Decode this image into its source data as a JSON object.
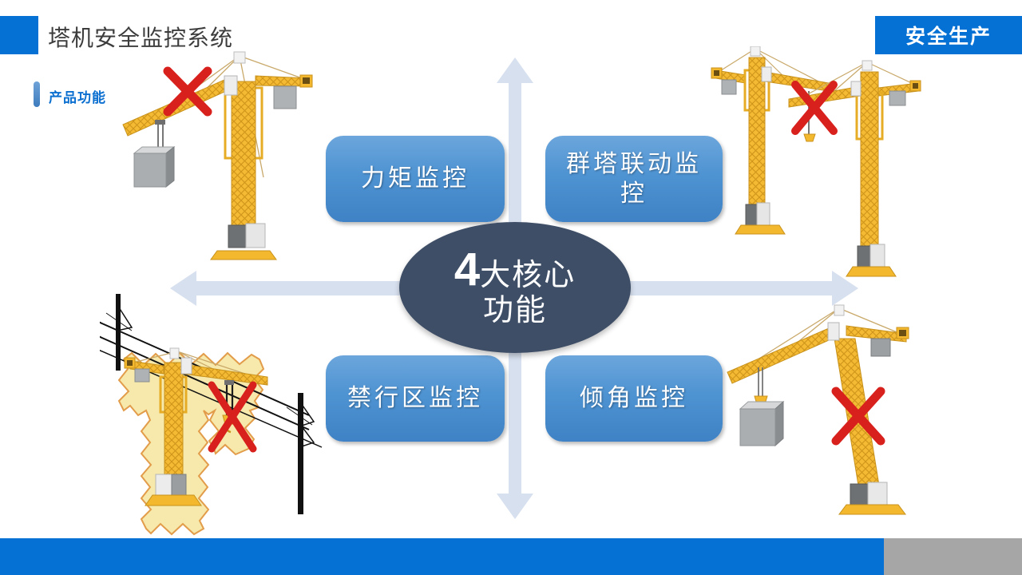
{
  "header": {
    "title": "塔机安全监控系统",
    "banner": "安全生产"
  },
  "section_tag": {
    "label": "产品功能"
  },
  "center_badge": {
    "number": "4",
    "line1": "大核心",
    "line2": "功能"
  },
  "features": [
    {
      "label": "力矩监控"
    },
    {
      "label": "群塔联动监控"
    },
    {
      "label": "禁行区监控"
    },
    {
      "label": "倾角监控"
    }
  ],
  "icons": {
    "top_left": "crane-overload-x-illustration",
    "top_right": "crane-collision-x-illustration",
    "bottom_left": "crane-forbidden-zone-powerline-illustration",
    "bottom_right": "crane-tilt-x-illustration"
  },
  "colors": {
    "brand_blue": "#0571D4",
    "feature_box_blue": "#4E93D2",
    "badge_dark_blue": "#3E4E66",
    "arrow_light_blue": "#D7E0EF",
    "crane_yellow": "#F3B82D",
    "warning_red": "#D8211D",
    "footer_gray": "#A6A6A6"
  }
}
